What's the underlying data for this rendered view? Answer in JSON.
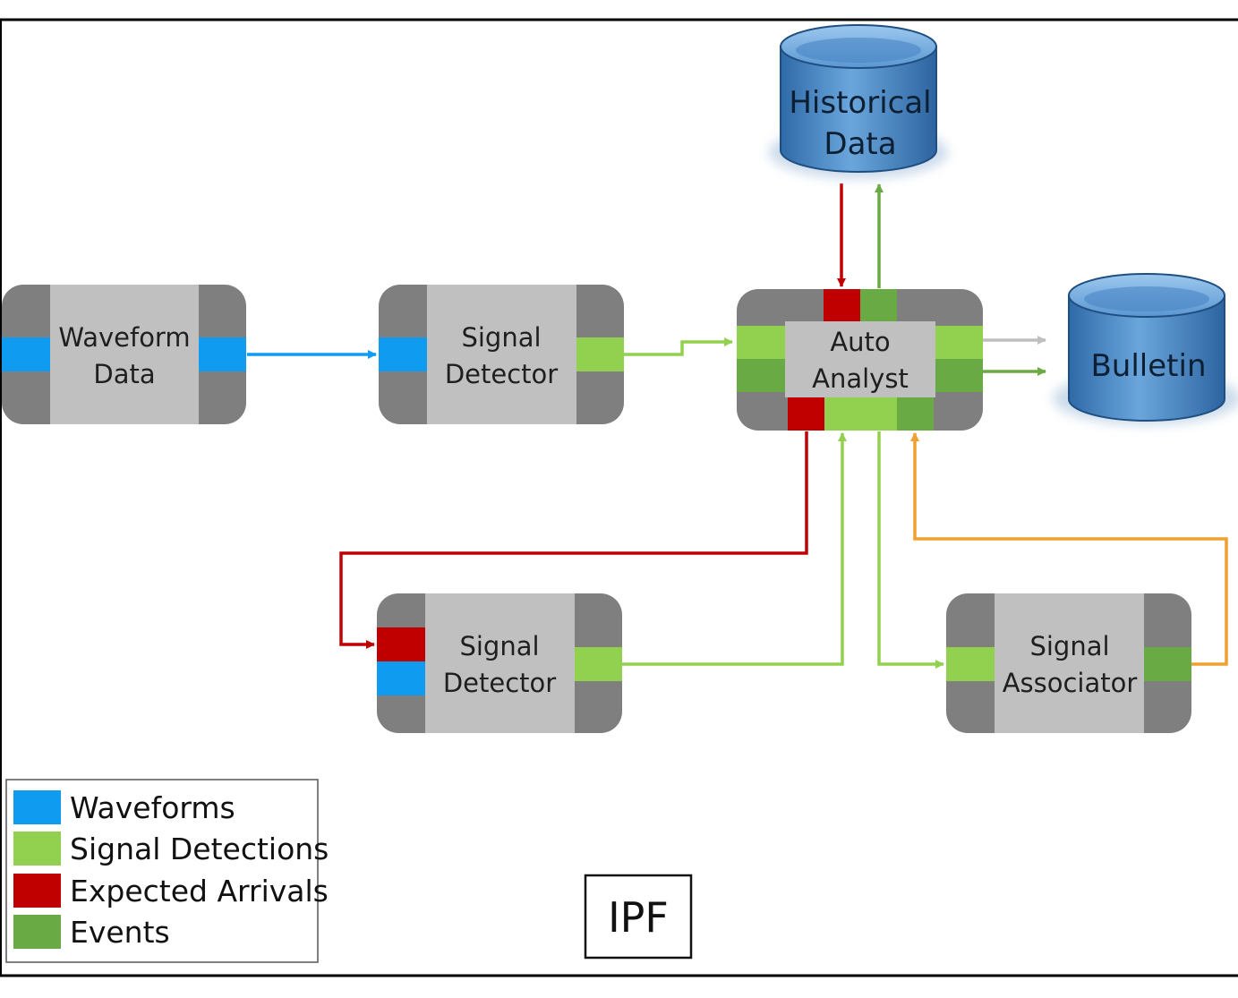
{
  "nodes": {
    "waveform_data": {
      "line1": "Waveform",
      "line2": "Data"
    },
    "signal_detector_1": {
      "line1": "Signal",
      "line2": "Detector"
    },
    "auto_analyst": {
      "line1": "Auto",
      "line2": "Analyst"
    },
    "signal_detector_2": {
      "line1": "Signal",
      "line2": "Detector"
    },
    "signal_associator": {
      "line1": "Signal",
      "line2": "Associator"
    }
  },
  "databases": {
    "historical": {
      "line1": "Historical",
      "line2": "Data"
    },
    "bulletin": {
      "line1": "Bulletin"
    }
  },
  "legend": {
    "items": [
      {
        "label": "Waveforms",
        "color": "#0f9bf0"
      },
      {
        "label": "Signal Detections",
        "color": "#92d050"
      },
      {
        "label": "Expected Arrivals",
        "color": "#c00000"
      },
      {
        "label": "Events",
        "color": "#6aaa45"
      }
    ]
  },
  "ipf_label": "IPF",
  "colors": {
    "waveforms": "#0f9bf0",
    "signal_detections": "#92d050",
    "expected_arrivals": "#c00000",
    "events": "#6aaa45",
    "bulletin_arrow": "#bfbfbf",
    "associator_arrow": "#f0a030",
    "box_dark": "#7f7f7f",
    "box_light": "#c0c0c0",
    "db_blue": "#3d7fbf"
  }
}
